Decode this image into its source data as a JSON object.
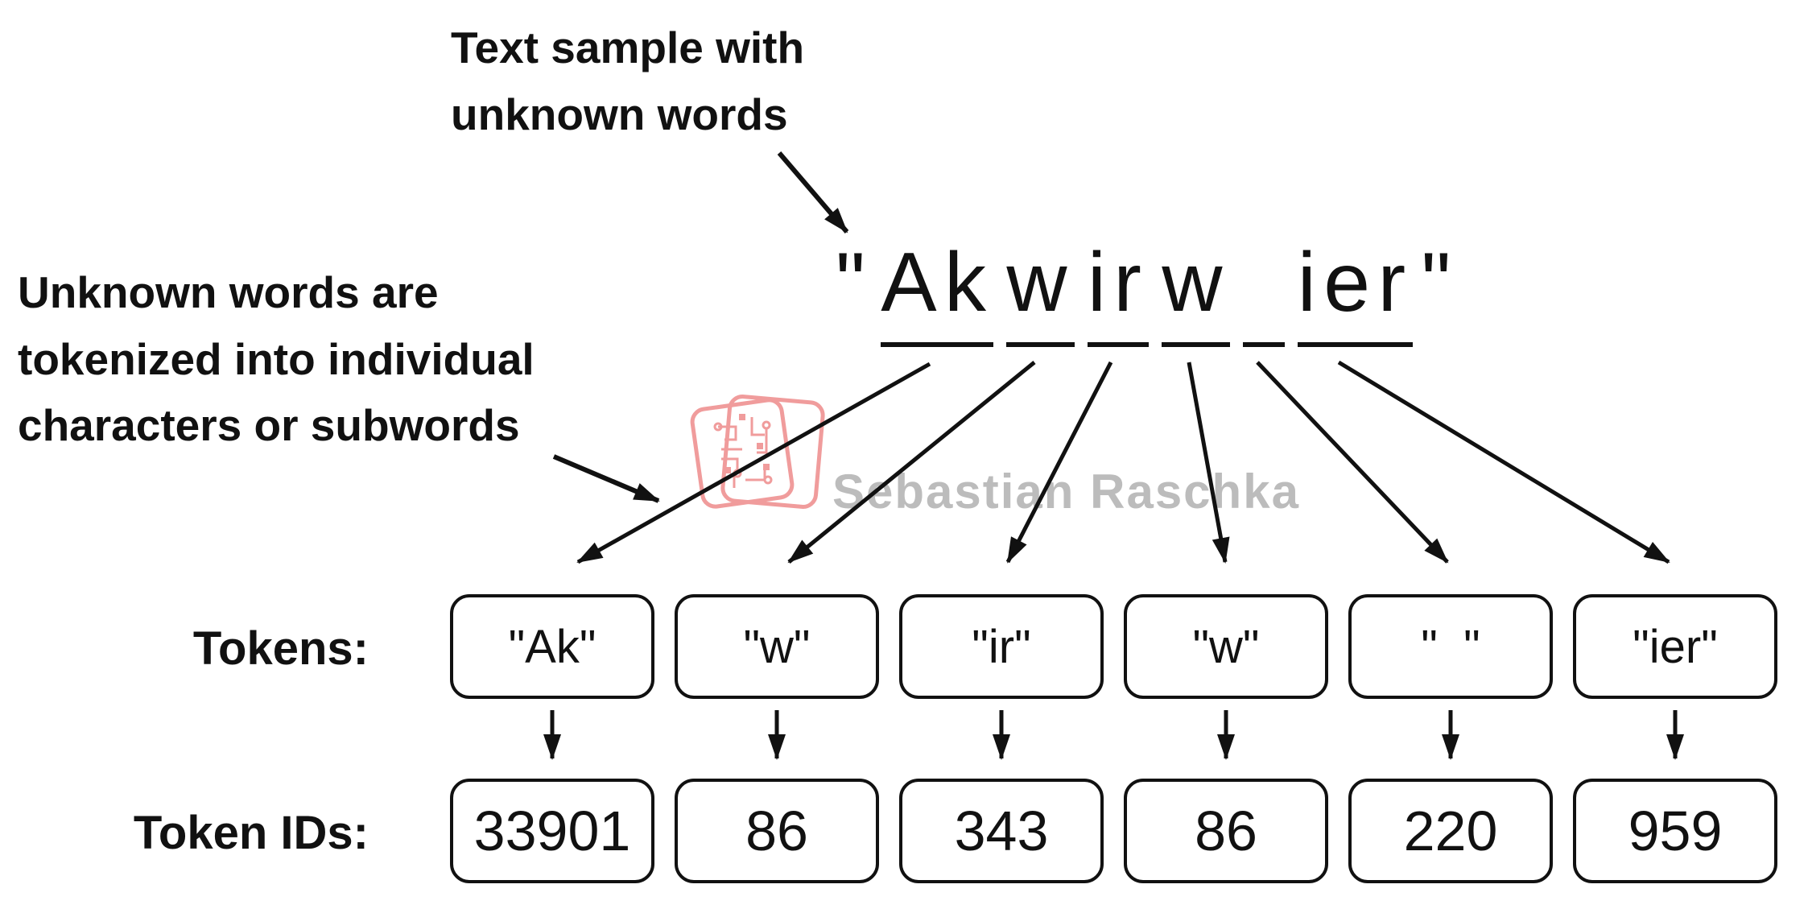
{
  "colors": {
    "ink": "#111111",
    "box_border": "#111111",
    "watermark_pink": "#ee8b8b",
    "watermark_gray": "#bcbcbc",
    "background": "#ffffff"
  },
  "annotations": {
    "top": "Text sample with\nunknown words",
    "left": "Unknown words are\ntokenized into individual\ncharacters or subwords"
  },
  "text_sample": {
    "open_quote": "\"",
    "close_quote": "\"",
    "full_text": "Akwirw ier",
    "segments": [
      "Ak",
      "w",
      "ir",
      "w",
      " ",
      "ier"
    ]
  },
  "watermark": {
    "name": "Sebastian Raschka",
    "logo": "circuit-chip-logo"
  },
  "rows": {
    "tokens_label": "Tokens:",
    "token_ids_label": "Token IDs:"
  },
  "tokens": [
    {
      "label": "\"Ak\"",
      "id": "33901"
    },
    {
      "label": "\"w\"",
      "id": "86"
    },
    {
      "label": "\"ir\"",
      "id": "343"
    },
    {
      "label": "\"w\"",
      "id": "86"
    },
    {
      "label": "\"  \"",
      "id": "220"
    },
    {
      "label": "\"ier\"",
      "id": "959"
    }
  ]
}
